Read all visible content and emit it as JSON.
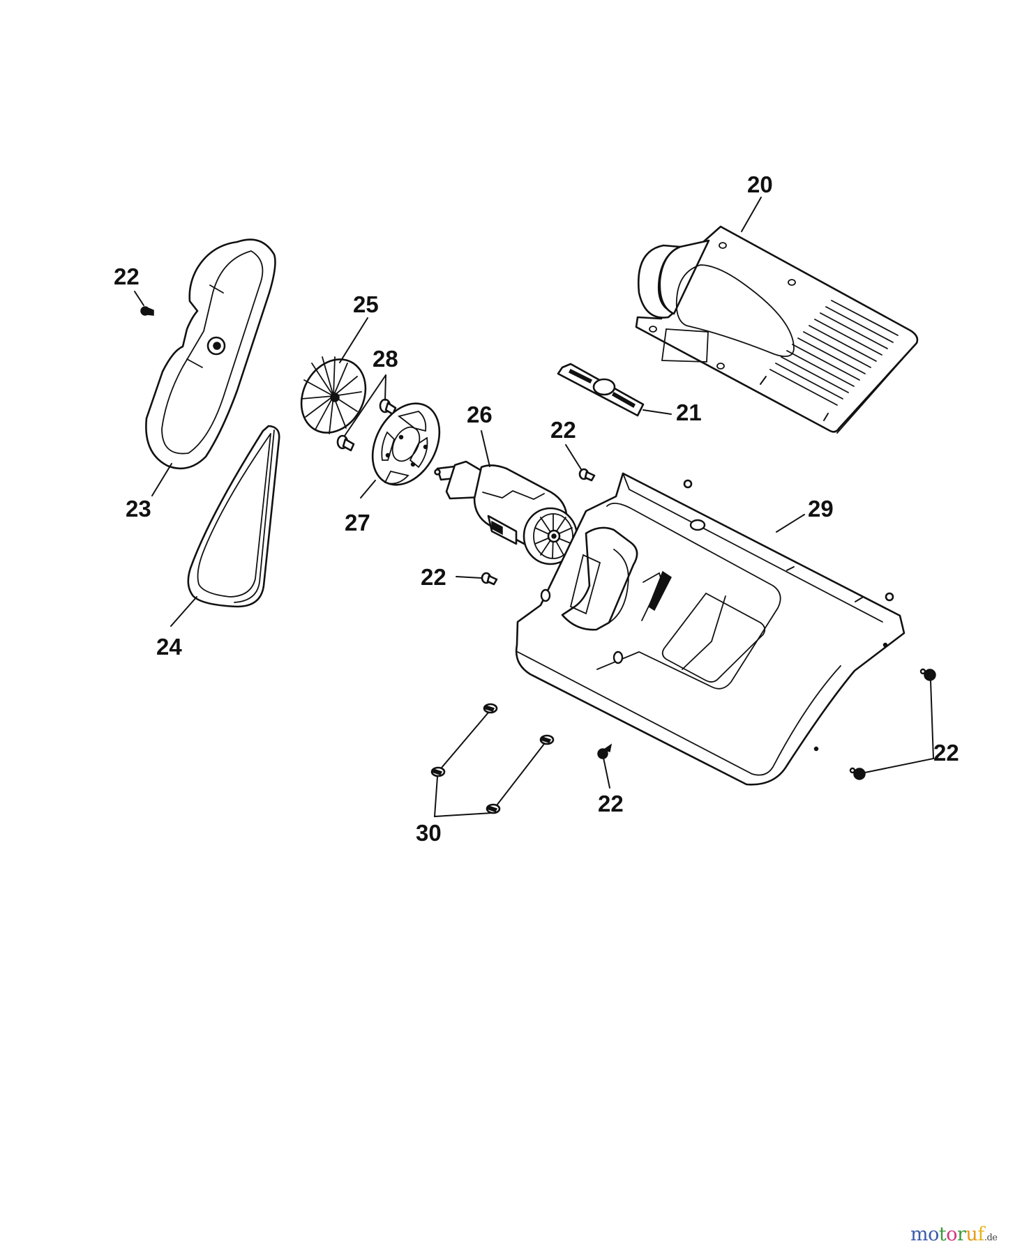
{
  "diagram": {
    "type": "exploded-parts-diagram",
    "background": "#ffffff",
    "line_color": "#111111",
    "parts": [
      {
        "id": "20",
        "name": "cover-grille-housing"
      },
      {
        "id": "21",
        "name": "logo-badge"
      },
      {
        "id": "22",
        "name": "screw"
      },
      {
        "id": "23",
        "name": "belt-cover"
      },
      {
        "id": "24",
        "name": "drive-belt"
      },
      {
        "id": "25",
        "name": "fan-impeller"
      },
      {
        "id": "26",
        "name": "electric-motor"
      },
      {
        "id": "27",
        "name": "motor-mounting-plate"
      },
      {
        "id": "28",
        "name": "plate-screws"
      },
      {
        "id": "29",
        "name": "motor-housing"
      },
      {
        "id": "30",
        "name": "housing-screws"
      }
    ],
    "callouts": {
      "c20": "20",
      "c21": "21",
      "c22_a": "22",
      "c22_b": "22",
      "c22_c": "22",
      "c22_d": "22",
      "c22_e": "22",
      "c23": "23",
      "c24": "24",
      "c25": "25",
      "c26": "26",
      "c27": "27",
      "c28": "28",
      "c29": "29",
      "c30": "30"
    }
  },
  "watermark": {
    "parts": [
      "m",
      "o",
      "t",
      "o",
      "r",
      "u",
      "f"
    ],
    "colors": [
      "#3b5bab",
      "#3b5bab",
      "#3a9a3a",
      "#d2367a",
      "#3a9a3a",
      "#e79a1a",
      "#e7b21a"
    ],
    "suffix": ".de"
  }
}
